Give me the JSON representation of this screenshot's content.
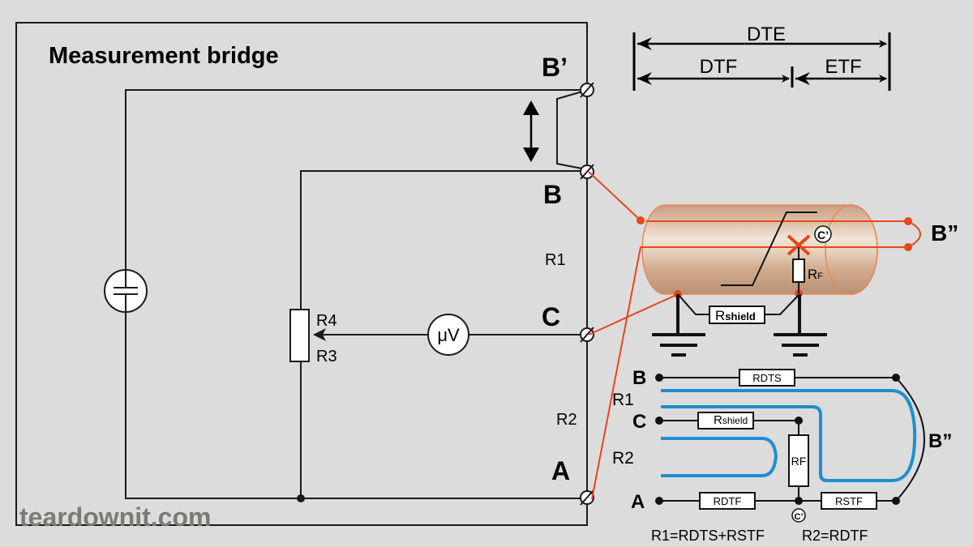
{
  "title": "Measurement bridge",
  "watermark": "teardownit.com",
  "colors": {
    "background": "#dcdcdc",
    "wire": "#1a1a1a",
    "cable_wire": "#e8461a",
    "cable_body": "#d9b396",
    "loop_trace": "#1e8fd0"
  },
  "bridge": {
    "terminals": {
      "b_prime": "B’",
      "b": "B",
      "c": "C",
      "a": "A"
    },
    "arms": {
      "r1": "R1",
      "r2": "R2",
      "r3": "R3",
      "r4": "R4"
    },
    "meter": "μV",
    "source_icon": "dc-source-icon"
  },
  "dimensions": {
    "dte": "DTE",
    "dtf": "DTF",
    "etf": "ETF"
  },
  "cable": {
    "end_label": "B”",
    "fault_point": "C’",
    "fault_resistor": "R",
    "fault_resistor_sub": "F",
    "shield_resistor": "R",
    "shield_resistor_sub": "shield"
  },
  "equivalent": {
    "nodes": {
      "b": "B",
      "c": "C",
      "a": "A",
      "b2": "B”"
    },
    "loop_labels": {
      "r1": "R1",
      "r2": "R2"
    },
    "resistors": {
      "rdts": "RDTS",
      "rshield_main": "R",
      "rshield_sub": "shield",
      "rf": "RF",
      "rdtf": "RDTF",
      "rstf": "RSTF"
    },
    "fault_point": "C’",
    "formula_r1": "R1=RDTS+RSTF",
    "formula_r2": "R2=RDTF"
  }
}
